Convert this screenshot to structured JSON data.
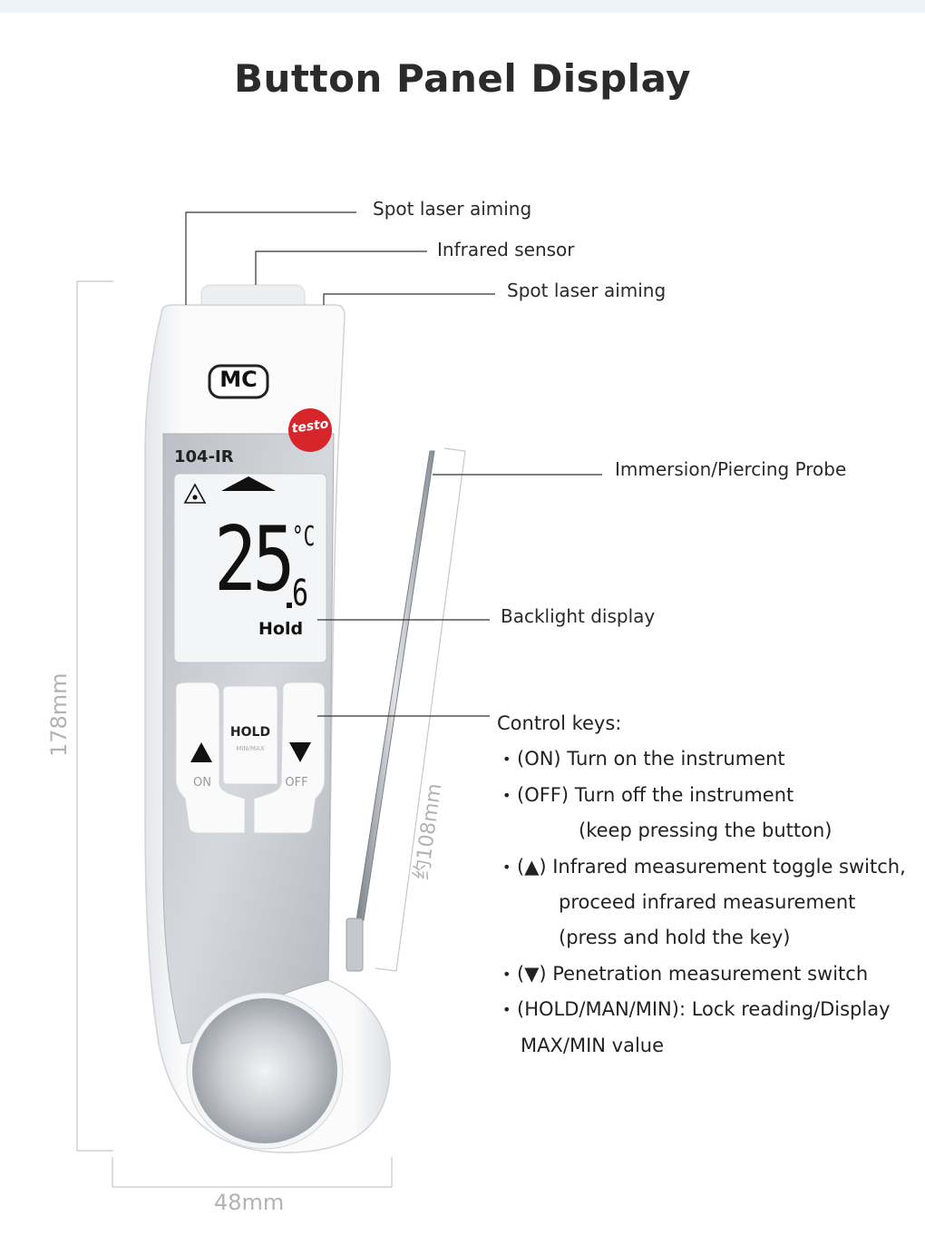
{
  "title": "Button Panel Display",
  "callouts": {
    "laser_top": "Spot laser aiming",
    "infrared": "Infrared sensor",
    "laser_side": "Spot laser aiming",
    "probe": "Immersion/Piercing Probe",
    "display": "Backlight display"
  },
  "device": {
    "logo_mc": "MC",
    "brand": "testo",
    "model": "104-IR",
    "reading_main": "25",
    "reading_decimal": "6",
    "unit": "°C",
    "status": "Hold",
    "key_on": "ON",
    "key_hold": "HOLD",
    "key_hold_sub": "MIN/MAX",
    "key_off": "OFF"
  },
  "dimensions": {
    "height": "178mm",
    "width": "48mm",
    "probe_length": "约108mm"
  },
  "control_keys": {
    "heading": "Control keys:",
    "items": [
      "(ON) Turn on the instrument",
      "(OFF) Turn off the instrument",
      "(keep pressing the button)",
      "(▲) Infrared measurement toggle switch,",
      "proceed infrared measurement",
      "(press and hold the key)",
      "(▼) Penetration measurement switch",
      "(HOLD/MAN/MIN): Lock reading/Display",
      "MAX/MIN value"
    ]
  }
}
